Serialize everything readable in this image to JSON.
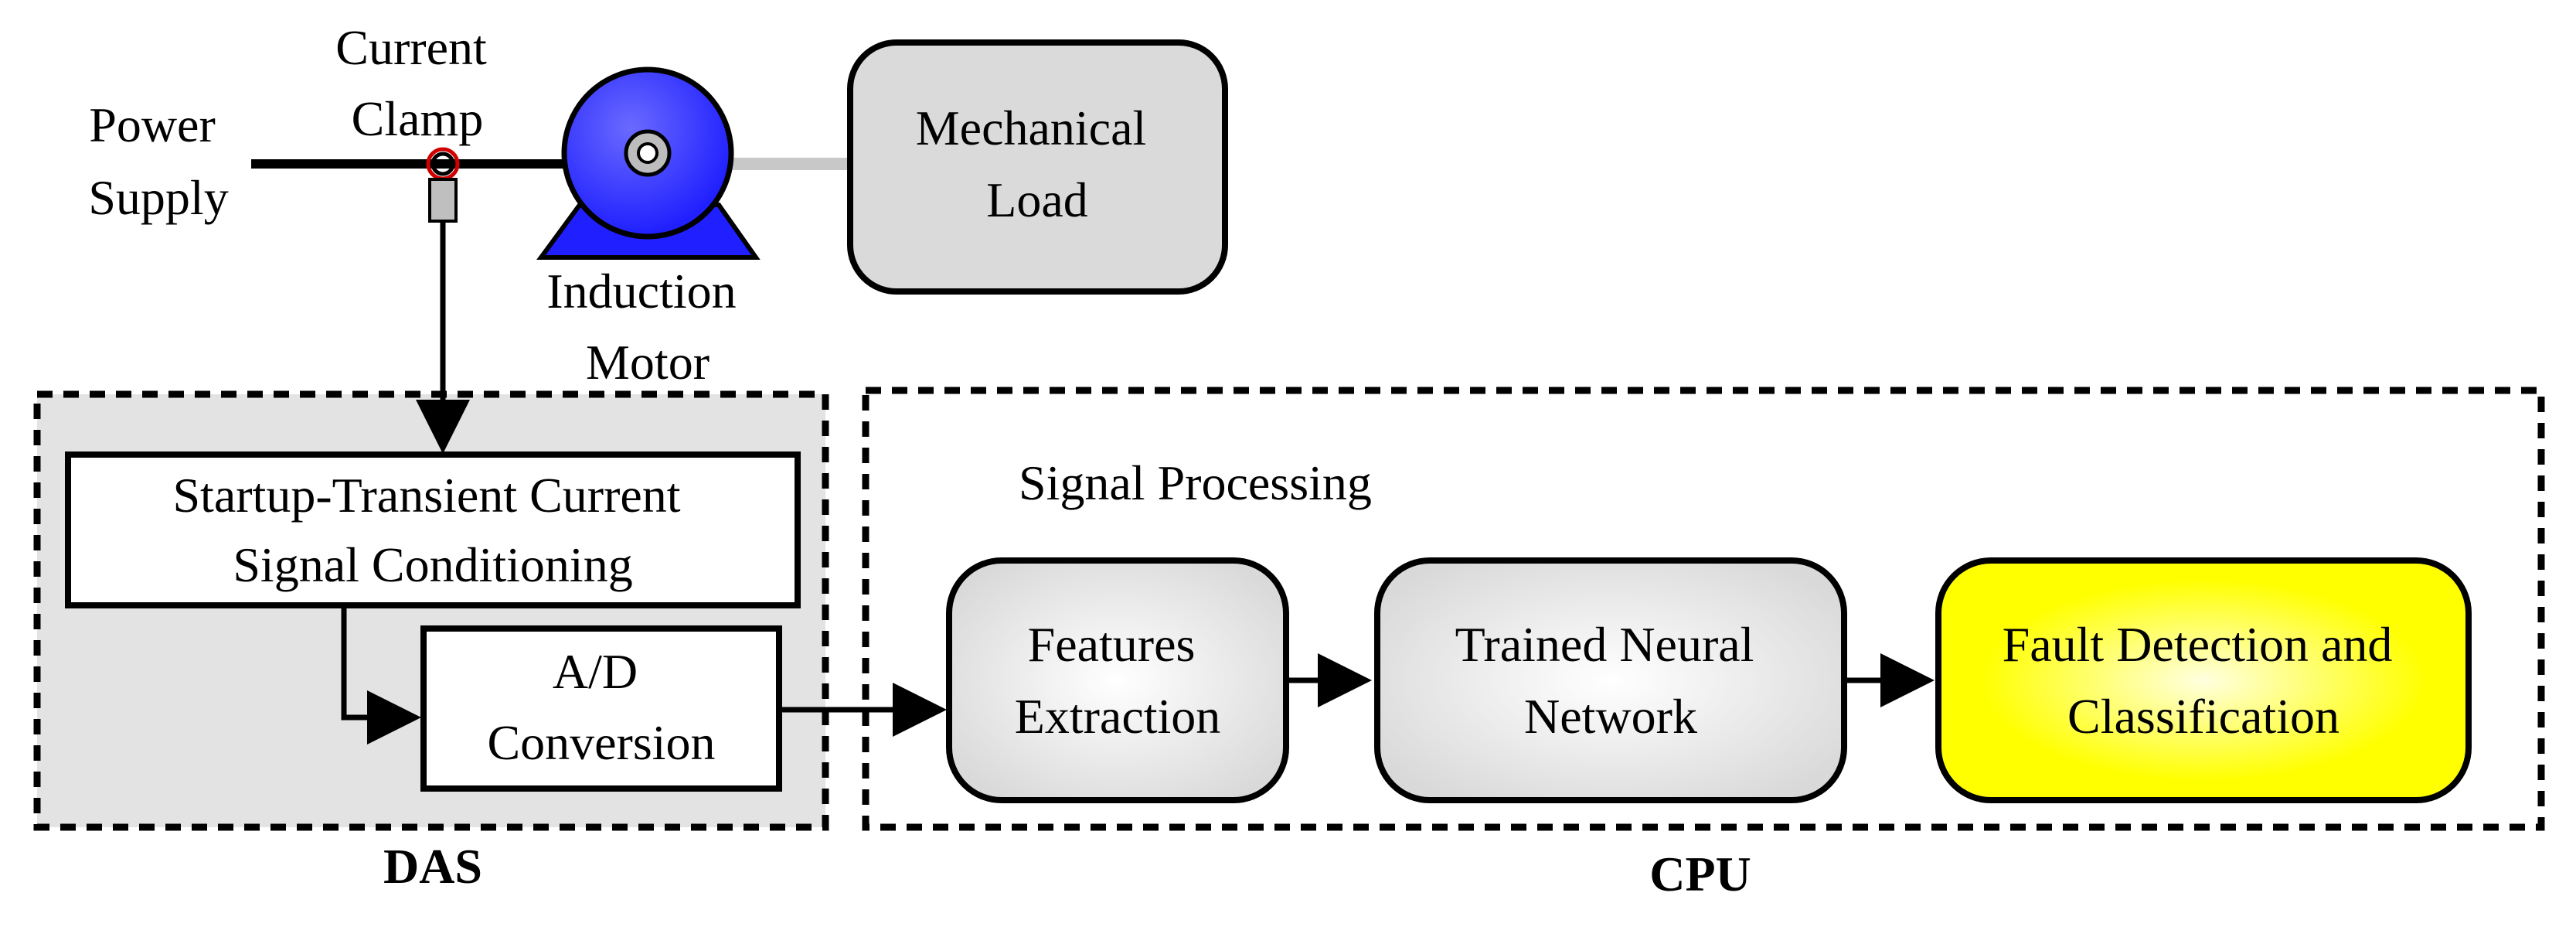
{
  "labels": {
    "power_supply": [
      "Power",
      "Supply"
    ],
    "current_clamp": [
      "Current",
      "Clamp"
    ],
    "induction_motor": [
      "Induction",
      "Motor"
    ],
    "mechanical_load": [
      "Mechanical",
      "Load"
    ],
    "signal_conditioning": [
      "Startup-Transient Current",
      "Signal Conditioning"
    ],
    "ad_conversion": [
      "A/D",
      "Conversion"
    ],
    "signal_processing": "Signal Processing",
    "features_extraction": [
      "Features",
      "Extraction"
    ],
    "trained_nn": [
      "Trained Neural",
      "Network"
    ],
    "fault_detection": [
      "Fault Detection and",
      "Classification"
    ],
    "das": "DAS",
    "cpu": "CPU"
  },
  "colors": {
    "motor_blue": "#1f1fff",
    "box_gray": "#e6e6e6",
    "das_background": "#e3e3e3",
    "highlight_yellow": "#ffff00",
    "clamp_ring": "#d00000"
  }
}
